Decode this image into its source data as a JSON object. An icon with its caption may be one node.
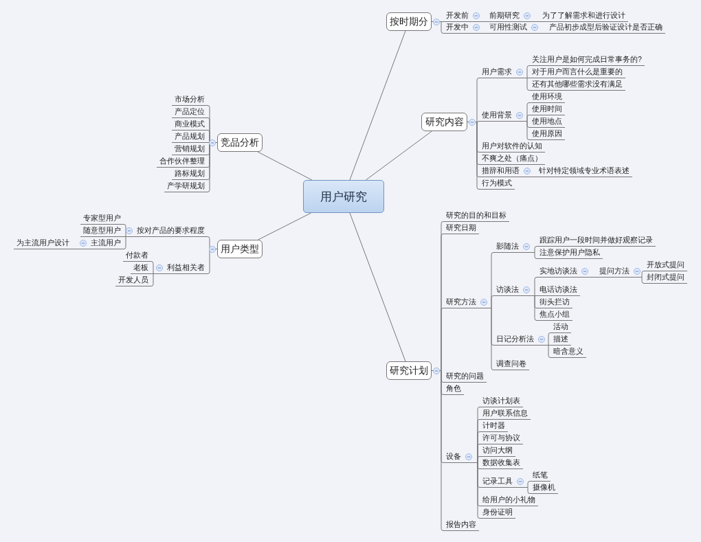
{
  "diagram": {
    "nodes": [
      {
        "text": [
          "用户研究"
        ]
      },
      {
        "text": [
          "按时期分"
        ]
      },
      {
        "text": [
          "开发前"
        ]
      },
      {
        "text": [
          "前期研究"
        ]
      },
      {
        "text": [
          "为了了解需求和进行设计"
        ]
      },
      {
        "text": [
          "开发中"
        ]
      },
      {
        "text": [
          "可用性测试"
        ]
      },
      {
        "text": [
          "产品初步成型后验证设计是否正确"
        ]
      },
      {
        "text": [
          "研究内容"
        ]
      },
      {
        "text": [
          "用户需求"
        ]
      },
      {
        "text": [
          "关注用户是如何完成日常事务的?"
        ]
      },
      {
        "text": [
          "对于用户而言什么是重要的"
        ]
      },
      {
        "text": [
          "还有其他哪些需求没有满足"
        ]
      },
      {
        "text": [
          "使用背景"
        ]
      },
      {
        "text": [
          "使用环境"
        ]
      },
      {
        "text": [
          "使用时间"
        ]
      },
      {
        "text": [
          "使用地点"
        ]
      },
      {
        "text": [
          "使用原因"
        ]
      },
      {
        "text": [
          "用户对软件的认知"
        ]
      },
      {
        "text": [
          "不爽之处（痛点）"
        ]
      },
      {
        "text": [
          "措辞和用语"
        ]
      },
      {
        "text": [
          "针对特定领域专业术语表述"
        ]
      },
      {
        "text": [
          "行为模式"
        ]
      },
      {
        "text": [
          "研究计划"
        ]
      },
      {
        "text": [
          "研究的目的和目标"
        ]
      },
      {
        "text": [
          "研究日期"
        ]
      },
      {
        "text": [
          "研究方法"
        ]
      },
      {
        "text": [
          "影随法"
        ]
      },
      {
        "text": [
          "跟踪用户一段时间并做好观察记录"
        ]
      },
      {
        "text": [
          "注意保护用户隐私"
        ]
      },
      {
        "text": [
          "访谈法"
        ]
      },
      {
        "text": [
          "实地访谈法"
        ]
      },
      {
        "text": [
          "提问方法"
        ]
      },
      {
        "text": [
          "开放式提问"
        ]
      },
      {
        "text": [
          "封闭式提问"
        ]
      },
      {
        "text": [
          "电话访谈法"
        ]
      },
      {
        "text": [
          "街头拦访"
        ]
      },
      {
        "text": [
          "焦点小组"
        ]
      },
      {
        "text": [
          "日记分析法"
        ]
      },
      {
        "text": [
          "活动"
        ]
      },
      {
        "text": [
          "描述"
        ]
      },
      {
        "text": [
          "暗含意义"
        ]
      },
      {
        "text": [
          "调查问卷"
        ]
      },
      {
        "text": [
          "研究的问题"
        ]
      },
      {
        "text": [
          "角色"
        ]
      },
      {
        "text": [
          "设备"
        ]
      },
      {
        "text": [
          "访谈计划表"
        ]
      },
      {
        "text": [
          "用户联系信息"
        ]
      },
      {
        "text": [
          "计时器"
        ]
      },
      {
        "text": [
          "许可与协议"
        ]
      },
      {
        "text": [
          "访问大纲"
        ]
      },
      {
        "text": [
          "数据收集表"
        ]
      },
      {
        "text": [
          "记录工具"
        ]
      },
      {
        "text": [
          "纸笔"
        ]
      },
      {
        "text": [
          "摄像机"
        ]
      },
      {
        "text": [
          "给用户的小礼物"
        ]
      },
      {
        "text": [
          "身份证明"
        ]
      },
      {
        "text": [
          "报告内容"
        ]
      },
      {
        "text": [
          "竞品分析"
        ]
      },
      {
        "text": [
          "市场分析"
        ]
      },
      {
        "text": [
          "产品定位"
        ]
      },
      {
        "text": [
          "商业模式"
        ]
      },
      {
        "text": [
          "产品规划"
        ]
      },
      {
        "text": [
          "营销规划"
        ]
      },
      {
        "text": [
          "合作伙伴整理"
        ]
      },
      {
        "text": [
          "路标规划"
        ]
      },
      {
        "text": [
          "产学研规划"
        ]
      },
      {
        "text": [
          "用户类型"
        ]
      },
      {
        "text": [
          "按对产品的要求程度"
        ]
      },
      {
        "text": [
          "专家型用户"
        ]
      },
      {
        "text": [
          "随意型用户"
        ]
      },
      {
        "text": [
          "主流用户"
        ]
      },
      {
        "text": [
          "为主流用户设计"
        ]
      },
      {
        "text": [
          "利益相关者"
        ]
      },
      {
        "text": [
          "付款者"
        ]
      },
      {
        "text": [
          "老板"
        ]
      },
      {
        "text": [
          "开发人员"
        ]
      }
    ],
    "edges": [
      {
        "from": 0,
        "to": 1,
        "arrow": "none"
      },
      {
        "from": 0,
        "to": 8,
        "arrow": "none"
      },
      {
        "from": 0,
        "to": 23,
        "arrow": "none"
      },
      {
        "from": 0,
        "to": 58,
        "arrow": "none"
      },
      {
        "from": 0,
        "to": 67,
        "arrow": "none"
      },
      {
        "from": 1,
        "to": 2,
        "arrow": "none"
      },
      {
        "from": 2,
        "to": 3,
        "arrow": "none"
      },
      {
        "from": 3,
        "to": 4,
        "arrow": "none"
      },
      {
        "from": 1,
        "to": 5,
        "arrow": "none"
      },
      {
        "from": 5,
        "to": 6,
        "arrow": "none"
      },
      {
        "from": 6,
        "to": 7,
        "arrow": "none"
      },
      {
        "from": 8,
        "to": 9,
        "arrow": "none"
      },
      {
        "from": 9,
        "to": 10,
        "arrow": "none"
      },
      {
        "from": 9,
        "to": 11,
        "arrow": "none"
      },
      {
        "from": 9,
        "to": 12,
        "arrow": "none"
      },
      {
        "from": 8,
        "to": 13,
        "arrow": "none"
      },
      {
        "from": 13,
        "to": 14,
        "arrow": "none"
      },
      {
        "from": 13,
        "to": 15,
        "arrow": "none"
      },
      {
        "from": 13,
        "to": 16,
        "arrow": "none"
      },
      {
        "from": 13,
        "to": 17,
        "arrow": "none"
      },
      {
        "from": 8,
        "to": 18,
        "arrow": "none"
      },
      {
        "from": 8,
        "to": 19,
        "arrow": "none"
      },
      {
        "from": 8,
        "to": 20,
        "arrow": "none"
      },
      {
        "from": 20,
        "to": 21,
        "arrow": "none"
      },
      {
        "from": 8,
        "to": 22,
        "arrow": "none"
      },
      {
        "from": 23,
        "to": 24,
        "arrow": "none"
      },
      {
        "from": 23,
        "to": 25,
        "arrow": "none"
      },
      {
        "from": 23,
        "to": 26,
        "arrow": "none"
      },
      {
        "from": 26,
        "to": 27,
        "arrow": "none"
      },
      {
        "from": 27,
        "to": 28,
        "arrow": "none"
      },
      {
        "from": 27,
        "to": 29,
        "arrow": "none"
      },
      {
        "from": 26,
        "to": 30,
        "arrow": "none"
      },
      {
        "from": 30,
        "to": 31,
        "arrow": "none"
      },
      {
        "from": 31,
        "to": 32,
        "arrow": "none"
      },
      {
        "from": 32,
        "to": 33,
        "arrow": "none"
      },
      {
        "from": 32,
        "to": 34,
        "arrow": "none"
      },
      {
        "from": 30,
        "to": 35,
        "arrow": "none"
      },
      {
        "from": 30,
        "to": 36,
        "arrow": "none"
      },
      {
        "from": 30,
        "to": 37,
        "arrow": "none"
      },
      {
        "from": 26,
        "to": 38,
        "arrow": "none"
      },
      {
        "from": 38,
        "to": 39,
        "arrow": "none"
      },
      {
        "from": 38,
        "to": 40,
        "arrow": "none"
      },
      {
        "from": 38,
        "to": 41,
        "arrow": "none"
      },
      {
        "from": 26,
        "to": 42,
        "arrow": "none"
      },
      {
        "from": 23,
        "to": 43,
        "arrow": "none"
      },
      {
        "from": 23,
        "to": 44,
        "arrow": "none"
      },
      {
        "from": 23,
        "to": 45,
        "arrow": "none"
      },
      {
        "from": 45,
        "to": 46,
        "arrow": "none"
      },
      {
        "from": 45,
        "to": 47,
        "arrow": "none"
      },
      {
        "from": 45,
        "to": 48,
        "arrow": "none"
      },
      {
        "from": 45,
        "to": 49,
        "arrow": "none"
      },
      {
        "from": 45,
        "to": 50,
        "arrow": "none"
      },
      {
        "from": 45,
        "to": 51,
        "arrow": "none"
      },
      {
        "from": 45,
        "to": 52,
        "arrow": "none"
      },
      {
        "from": 52,
        "to": 53,
        "arrow": "none"
      },
      {
        "from": 52,
        "to": 54,
        "arrow": "none"
      },
      {
        "from": 45,
        "to": 55,
        "arrow": "none"
      },
      {
        "from": 45,
        "to": 56,
        "arrow": "none"
      },
      {
        "from": 23,
        "to": 57,
        "arrow": "none"
      },
      {
        "from": 58,
        "to": 59,
        "arrow": "none"
      },
      {
        "from": 58,
        "to": 60,
        "arrow": "none"
      },
      {
        "from": 58,
        "to": 61,
        "arrow": "none"
      },
      {
        "from": 58,
        "to": 62,
        "arrow": "none"
      },
      {
        "from": 58,
        "to": 63,
        "arrow": "none"
      },
      {
        "from": 58,
        "to": 64,
        "arrow": "none"
      },
      {
        "from": 58,
        "to": 65,
        "arrow": "none"
      },
      {
        "from": 58,
        "to": 66,
        "arrow": "none"
      },
      {
        "from": 67,
        "to": 68,
        "arrow": "none"
      },
      {
        "from": 68,
        "to": 69,
        "arrow": "none"
      },
      {
        "from": 68,
        "to": 70,
        "arrow": "none"
      },
      {
        "from": 68,
        "to": 71,
        "arrow": "none"
      },
      {
        "from": 71,
        "to": 72,
        "arrow": "none"
      },
      {
        "from": 67,
        "to": 73,
        "arrow": "none"
      },
      {
        "from": 73,
        "to": 74,
        "arrow": "none"
      },
      {
        "from": 73,
        "to": 75,
        "arrow": "none"
      },
      {
        "from": 73,
        "to": 76,
        "arrow": "none"
      }
    ]
  }
}
